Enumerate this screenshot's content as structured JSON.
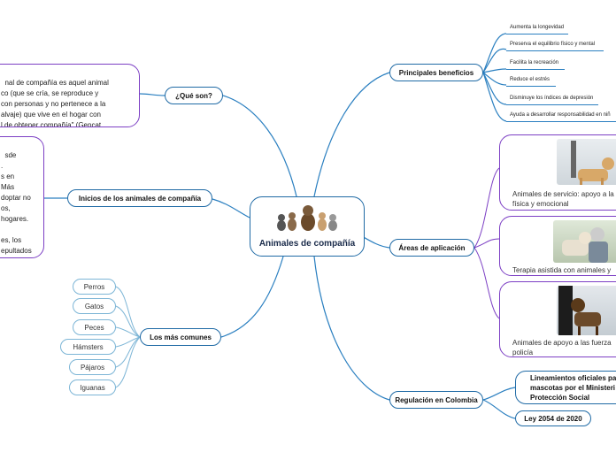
{
  "central": {
    "title": "Animales de compañía",
    "image_icon": "pets-group-icon"
  },
  "branches": {
    "que_son": {
      "label": "¿Qué son?",
      "text": "nal de compañía es aquel animal\nco (que se cría, se reproduce y\ncon personas y no pertenece a la\nalvaje) que vive en el hogar con\nl de obtener compañía\" (Gencat,"
    },
    "inicios": {
      "label": "Inicios de los animales de compañía",
      "text": "sde\n.\ns en\nMás\ndoptar no\nos,\nhogares.\n\nes, los\nepultados\nrte"
    },
    "comunes": {
      "label": "Los más comunes",
      "items": [
        "Perros",
        "Gatos",
        "Peces",
        "Hámsters",
        "Pájaros",
        "Iguanas"
      ]
    },
    "beneficios": {
      "label": "Principales beneficios",
      "items": [
        "Aumenta la longevidad",
        "Preserva el equilibrio físico y mental",
        "Facilita la recreación",
        "Reduce el estrés",
        "Disminuye los índices de depresión",
        "Ayuda a desarrollar responsabilidad en niñ"
      ]
    },
    "areas": {
      "label": "Áreas de aplicación",
      "cards": [
        {
          "caption": "Animales de servicio: apoyo a la\nfísica y emocional",
          "icon": "guide-dog-photo-icon"
        },
        {
          "caption": "Terapia asistida con animales y",
          "icon": "therapy-dog-photo-icon"
        },
        {
          "caption": "Animales de apoyo a las fuerza\npolicía",
          "icon": "police-dog-photo-icon"
        }
      ]
    },
    "regulacion": {
      "label": "Regulación en Colombia",
      "items": [
        "Lineamientos oficiales par\nmascotas por el Ministeri\nProtección Social",
        "Ley 2054 de 2020"
      ]
    }
  },
  "colors": {
    "line": "#2a7fc0",
    "purple": "#7c3fc4",
    "light_line": "#7cb5d6"
  }
}
